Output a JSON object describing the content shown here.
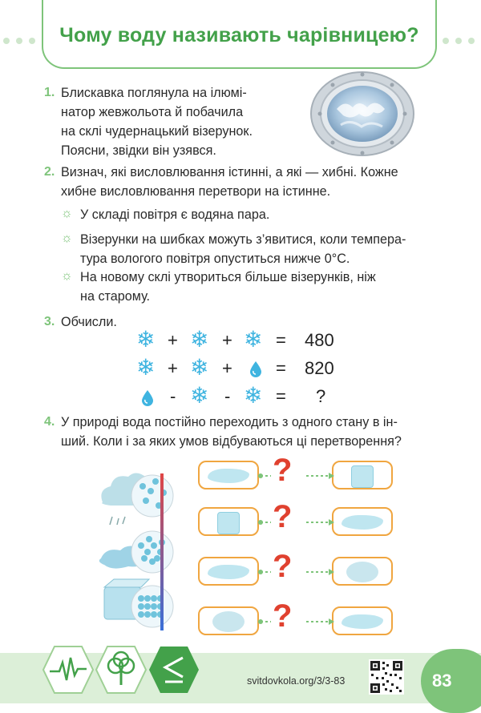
{
  "header": {
    "title": "Чому воду називають чарівницею?"
  },
  "tasks": [
    {
      "num": "1.",
      "lines": [
        "Блискавка поглянула на ілюмі-",
        "натор жевжольота й побачила",
        "на склі чудернацький візерунок.",
        "Поясни, звідки він узявся."
      ]
    },
    {
      "num": "2.",
      "lines": [
        "Визнач, які висловлювання істинні, а які — хибні. Кожне",
        "хибне висловлювання перетвори на істинне."
      ],
      "statements": [
        [
          "У складі повітря є водяна пара."
        ],
        [
          "Візерунки на шибках можуть з’явитися, коли темпера-",
          "тура вологого повітря опуститься нижче 0°С."
        ],
        [
          "На новому склі утвориться більше візерунків, ніж",
          "на старому."
        ]
      ]
    },
    {
      "num": "3.",
      "lines": [
        "Обчисли."
      ],
      "equations": [
        {
          "ops": [
            "+",
            "+",
            "="
          ],
          "result": "480"
        },
        {
          "ops": [
            "+",
            "+",
            "="
          ],
          "result": "820"
        },
        {
          "ops": [
            "-",
            "-",
            "="
          ],
          "result": "?"
        }
      ]
    },
    {
      "num": "4.",
      "lines": [
        "У природі вода постійно переходить з одного стану в ін-",
        "ший. Коли і за яких умов відбуваються ці перетворення?"
      ]
    }
  ],
  "diagram": {
    "question_mark": "?"
  },
  "footer": {
    "url": "svitdovkola.org/3/3-83",
    "page_number": "83"
  },
  "colors": {
    "accent_green": "#7ec47a",
    "title_green": "#43a14a",
    "snow_blue": "#3fb4e0",
    "orange": "#f0a640",
    "red": "#e0412f"
  }
}
